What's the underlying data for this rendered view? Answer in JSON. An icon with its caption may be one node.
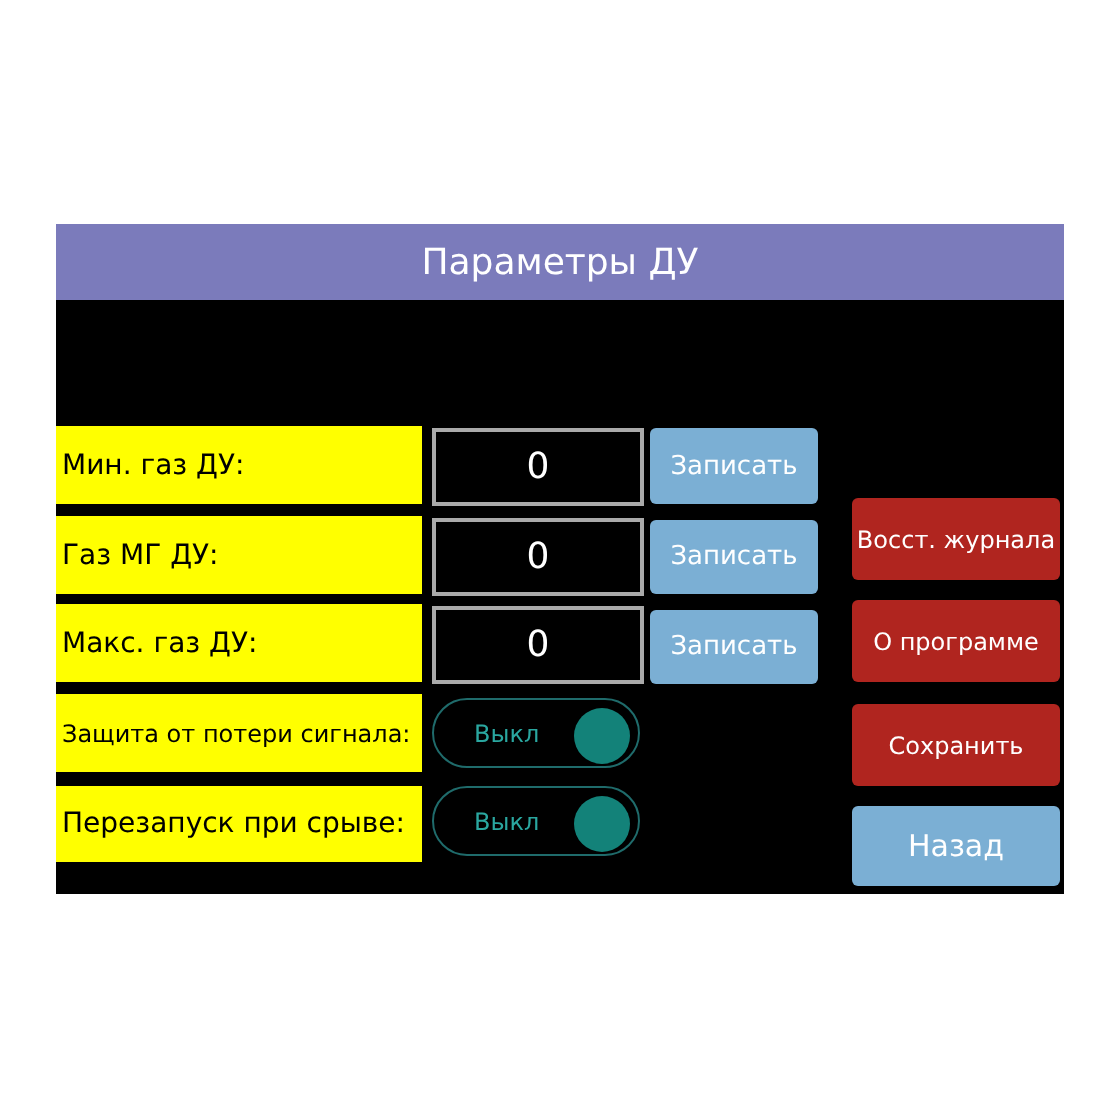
{
  "diagram": {
    "title": "Параметры ДУ",
    "nodes": [
      {
        "text": [
          "Мин. газ ДУ:"
        ]
      },
      {
        "text": [
          "0"
        ]
      },
      {
        "text": [
          "Записать"
        ]
      },
      {
        "text": [
          "Газ МГ ДУ:"
        ]
      },
      {
        "text": [
          "0"
        ]
      },
      {
        "text": [
          "Записать"
        ]
      },
      {
        "text": [
          "Восст. журнала"
        ]
      },
      {
        "text": [
          "Макс. газ ДУ:"
        ]
      },
      {
        "text": [
          "0"
        ]
      },
      {
        "text": [
          "Записать"
        ]
      },
      {
        "text": [
          "О программе"
        ]
      },
      {
        "text": [
          "Защита от потери сигнала:"
        ]
      },
      {
        "text": [
          "Выкл"
        ]
      },
      {
        "text": [
          "Сохранить"
        ]
      },
      {
        "text": [
          "Перезапуск при срыве:"
        ]
      },
      {
        "text": [
          "Выкл"
        ]
      },
      {
        "text": [
          "Назад"
        ]
      }
    ]
  }
}
